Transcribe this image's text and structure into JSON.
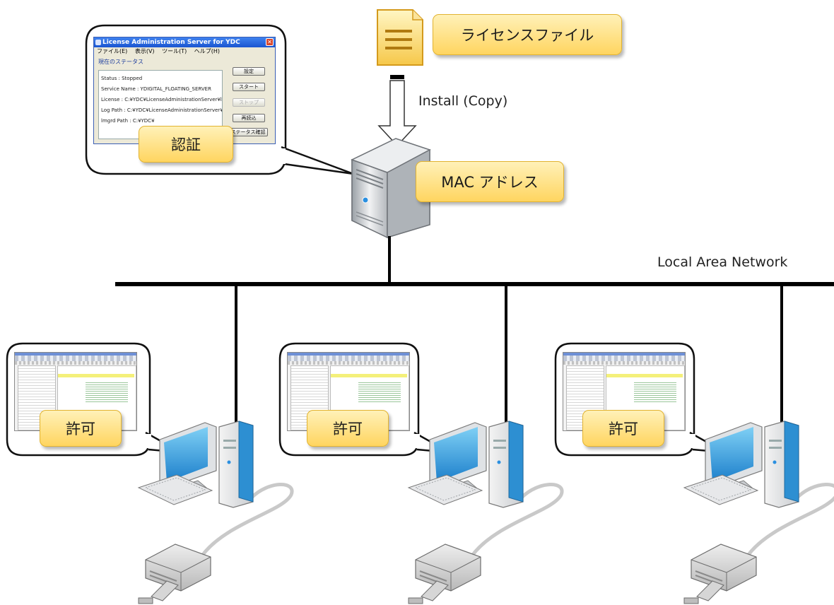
{
  "labels": {
    "license_file": "ライセンスファイル",
    "install": "Install (Copy)",
    "mac_address": "MAC アドレス",
    "auth": "認証",
    "lan": "Local Area Network",
    "permit": "許可"
  },
  "server_window": {
    "title": "License Administration Server for YDC",
    "menu": [
      "ファイル(E)",
      "表示(V)",
      "ツール(T)",
      "ヘルプ(H)"
    ],
    "group_title": "現在のステータス",
    "status_lines": [
      "Status : Stopped",
      "Service Name : YDIGITAL_FLOATING_SERVER",
      "License : C:¥YDC¥LicenseAdministrationServer¥license",
      "Log Path : C:¥YDC¥LicenseAdministrationServer¥log¥ydlas",
      "lmgrd Path : C:¥YDC¥"
    ],
    "buttons": [
      "設定",
      "スタート",
      "ストップ",
      "再読込",
      "ステータス確認"
    ]
  },
  "clients": [
    {
      "label": "許可"
    },
    {
      "label": "許可"
    },
    {
      "label": "許可"
    }
  ],
  "colors": {
    "label_fill": "#ffd560",
    "label_border": "#e2b330",
    "network_line": "#000000",
    "monitor_screen": "#2b8fd6"
  }
}
